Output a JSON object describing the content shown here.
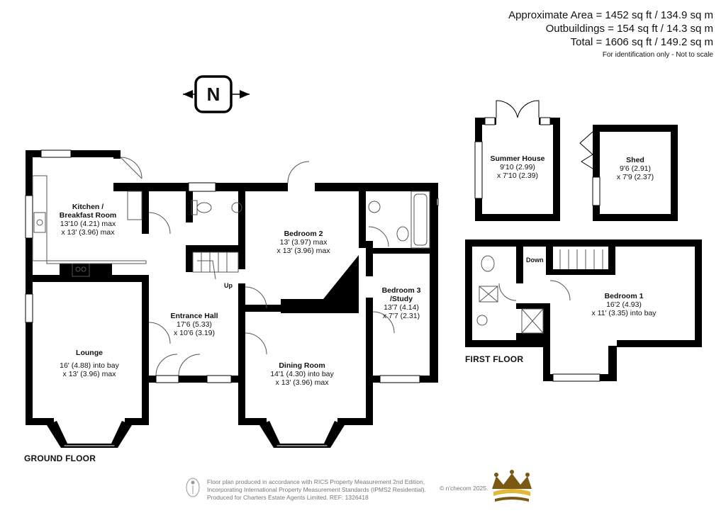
{
  "area": {
    "approximate": "Approximate Area = 1452 sq ft / 134.9 sq m",
    "outbuildings": "Outbuildings = 154 sq ft / 14.3 sq m",
    "total": "Total = 1606 sq ft / 149.2 sq m",
    "note": "For identification only - Not to scale"
  },
  "compass": {
    "letter": "N"
  },
  "floors": {
    "ground": "GROUND FLOOR",
    "first": "FIRST FLOOR"
  },
  "rooms": {
    "kitchen": {
      "name_line1": "Kitchen /",
      "name_line2": "Breakfast Room",
      "dim1": "13'10 (4.21) max",
      "dim2": "x 13' (3.96) max"
    },
    "bedroom2": {
      "name": "Bedroom 2",
      "dim1": "13' (3.97) max",
      "dim2": "x 13' (3.96) max"
    },
    "bedroom3": {
      "name_line1": "Bedroom 3",
      "name_line2": "/Study",
      "dim1": "13'7 (4.14)",
      "dim2": "x 7'7 (2.31)"
    },
    "entrance": {
      "name": "Entrance Hall",
      "dim1": "17'6 (5.33)",
      "dim2": "x 10'6 (3.19)"
    },
    "lounge": {
      "name": "Lounge",
      "dim1": "16' (4.88) into bay",
      "dim2": "x 13' (3.96) max"
    },
    "dining": {
      "name": "Dining Room",
      "dim1": "14'1 (4.30) into bay",
      "dim2": "x 13' (3.96) max"
    },
    "summer": {
      "name": "Summer House",
      "dim1": "9'10 (2.99)",
      "dim2": "x 7'10 (2.39)"
    },
    "shed": {
      "name": "Shed",
      "dim1": "9'6 (2.91)",
      "dim2": "x 7'9 (2.37)"
    },
    "bedroom1": {
      "name": "Bedroom 1",
      "dim1": "16'2 (4.93)",
      "dim2": "x 11' (3.35) into bay"
    }
  },
  "stairs": {
    "up": "Up",
    "down": "Down"
  },
  "footer": {
    "line1": "Floor plan produced in accordance with RICS Property Measurement 2nd Edition,",
    "line2": "Incorporating International Property Measurement Standards (IPMS2 Residential).",
    "line3": "Produced for Charters Estate Agents Limited.   REF: 1326418",
    "copyright": "© n'checom 2025."
  },
  "colors": {
    "wall": "#000000",
    "fixture": "#555555",
    "window": "#ffffff",
    "logo_crown": "#7a5a12",
    "logo_gold": "#e0b93a"
  }
}
